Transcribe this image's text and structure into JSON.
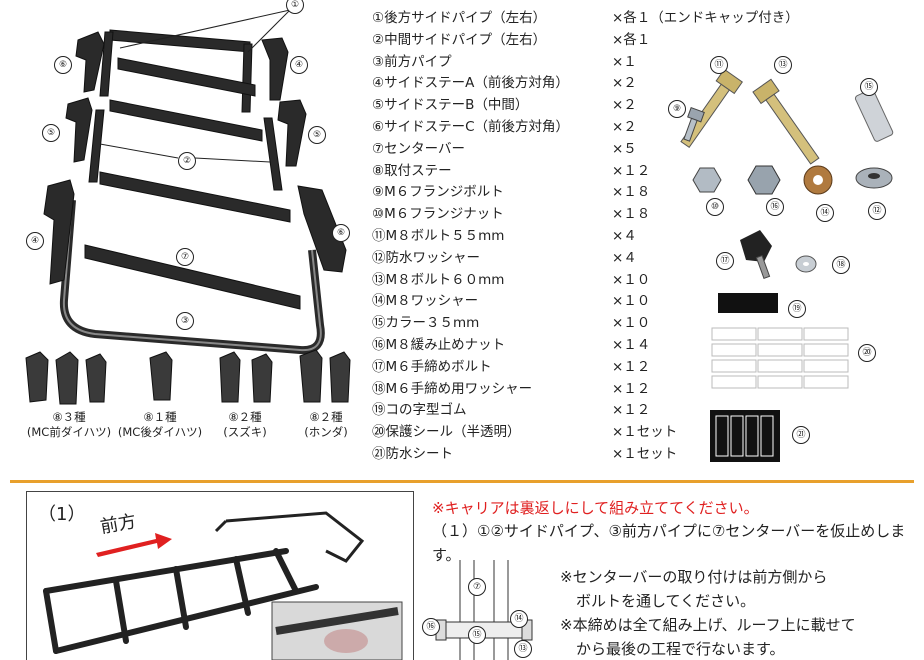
{
  "parts": [
    {
      "name": "①後方サイドパイプ（左右）",
      "qty": "×各１（エンドキャップ付き）"
    },
    {
      "name": "②中間サイドパイプ（左右）",
      "qty": "×各１"
    },
    {
      "name": "③前方パイプ",
      "qty": "×１"
    },
    {
      "name": "④サイドステーA（前後方対角）",
      "qty": "×２"
    },
    {
      "name": "⑤サイドステーB（中間）",
      "qty": "×２"
    },
    {
      "name": "⑥サイドステーC（前後方対角）",
      "qty": "×２"
    },
    {
      "name": "⑦センターバー",
      "qty": "×５"
    },
    {
      "name": "⑧取付ステー",
      "qty": "×１２"
    },
    {
      "name": "⑨M６フランジボルト",
      "qty": "×１８"
    },
    {
      "name": "⑩M６フランジナット",
      "qty": "×１８"
    },
    {
      "name": "⑪M８ボルト５５mm",
      "qty": "×４"
    },
    {
      "name": "⑫防水ワッシャー",
      "qty": "×４"
    },
    {
      "name": "⑬M８ボルト６０mm",
      "qty": "×１０"
    },
    {
      "name": "⑭M８ワッシャー",
      "qty": "×１０"
    },
    {
      "name": "⑮カラー３５mm",
      "qty": "×１０"
    },
    {
      "name": "⑯M８緩み止めナット",
      "qty": "×１４"
    },
    {
      "name": "⑰M６手締めボルト",
      "qty": "×１２"
    },
    {
      "name": "⑱M６手締め用ワッシャー",
      "qty": "×１２"
    },
    {
      "name": "⑲コの字型ゴム",
      "qty": "×１２"
    },
    {
      "name": "⑳保護シール（半透明）",
      "qty": "×１セット"
    },
    {
      "name": "㉑防水シート",
      "qty": "×１セット"
    }
  ],
  "callouts": [
    "①",
    "②",
    "③",
    "④",
    "⑤",
    "⑥",
    "⑦",
    "⑧",
    "⑨",
    "⑩",
    "⑪",
    "⑫",
    "⑬",
    "⑭",
    "⑮",
    "⑯",
    "⑰",
    "⑱",
    "⑲",
    "⑳",
    "㉑"
  ],
  "stays": [
    {
      "line1": "⑧３種",
      "line2": "(MC前ダイハツ)"
    },
    {
      "line1": "⑧１種",
      "line2": "(MC後ダイハツ)"
    },
    {
      "line1": "⑧２種",
      "line2": "(スズキ)"
    },
    {
      "line1": "⑧２種",
      "line2": "(ホンダ)"
    }
  ],
  "step": {
    "number": "（1）",
    "forward": "前方",
    "warning": "※キャリアは裏返しにして組み立ててください。",
    "instruction": "（１）①②サイドパイプ、③前方パイプに⑦センターバーを仮止めします。",
    "note1a": "※センターバーの取り付けは前方側から",
    "note1b": "ボルトを通してください。",
    "note2a": "※本締めは全て組み上げ、ルーフ上に載せて",
    "note2b": "から最後の工程で行ないます。"
  },
  "colors": {
    "accent": "#e8a02c",
    "warning": "#e02020",
    "metal": "#2a2a2a"
  }
}
